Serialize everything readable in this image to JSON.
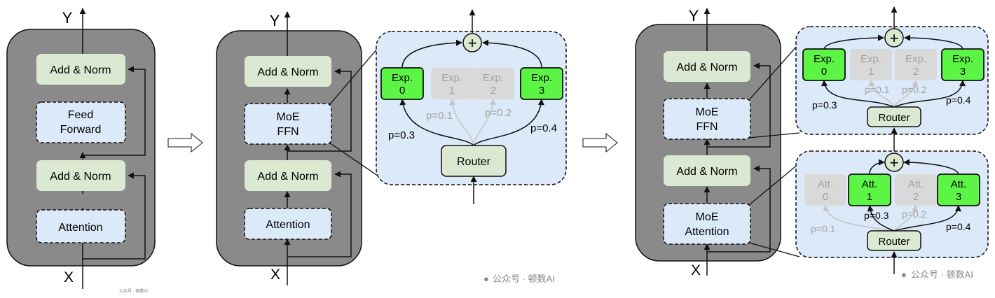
{
  "axis": {
    "output": "Y",
    "input": "X"
  },
  "blocks": {
    "add_norm": "Add & Norm",
    "feed_forward": [
      "Feed",
      "Forward"
    ],
    "attention": "Attention",
    "moe_ffn": [
      "MoE",
      "FFN"
    ],
    "moe_attention": [
      "MoE",
      "Attention"
    ]
  },
  "router": {
    "label": "Router"
  },
  "sum_symbol": "+",
  "panel_ffn": {
    "experts": [
      {
        "lines": [
          "Exp.",
          "0"
        ],
        "active": true
      },
      {
        "lines": [
          "Exp.",
          "1"
        ],
        "active": false
      },
      {
        "lines": [
          "Exp.",
          "2"
        ],
        "active": false
      },
      {
        "lines": [
          "Exp.",
          "3"
        ],
        "active": true
      }
    ],
    "probs": [
      "p=0.3",
      "p=0.1",
      "p=0.2",
      "p=0.4"
    ]
  },
  "panel_att": {
    "experts": [
      {
        "lines": [
          "Att.",
          "0"
        ],
        "active": false
      },
      {
        "lines": [
          "Att.",
          "1"
        ],
        "active": true
      },
      {
        "lines": [
          "Att.",
          "2"
        ],
        "active": false
      },
      {
        "lines": [
          "Att.",
          "3"
        ],
        "active": true
      }
    ],
    "probs": [
      "p=0.1",
      "p=0.3",
      "p=0.2",
      "p=0.4"
    ]
  },
  "watermarks": {
    "small": "公众号 · 顿数AI",
    "main": "公众号 · 顿数AI"
  },
  "colors": {
    "block_fill": "#dbe8d2",
    "dashed_block_fill": "#dbe9f8",
    "panel_fill": "#dbe9f8",
    "container_fill": "#8a8a8a",
    "active_expert": "#5df545",
    "inactive_expert": "#d9d9d9",
    "inactive_text": "#a3a3a3"
  }
}
